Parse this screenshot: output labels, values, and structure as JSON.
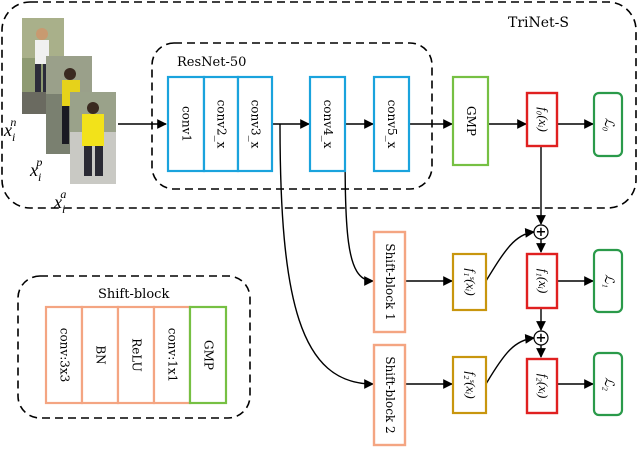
{
  "colors": {
    "blue": "#1aa3dd",
    "green": "#76c043",
    "red": "#e02020",
    "gold": "#c8960e",
    "orange": "#f4a582",
    "loss": "#2a9a4a"
  },
  "triplet": {
    "negative": "x",
    "negative_sub": "i",
    "negative_sup": "n",
    "positive": "x",
    "positive_sub": "i",
    "positive_sup": "p",
    "anchor": "x",
    "anchor_sub": "i",
    "anchor_sup": "a"
  },
  "trinet": {
    "title": "TriNet-S"
  },
  "resnet": {
    "title": "ResNet-50",
    "blocks": [
      "conv1",
      "conv2_x",
      "conv3_x",
      "conv4_x",
      "conv5_x"
    ]
  },
  "gmp_main": "GMP",
  "features": {
    "f0": "f₀(xᵢ)",
    "f1": "f₁(xᵢ)",
    "f2": "f₂(xᵢ)",
    "f1s": "f₁ˢ(xᵢ)",
    "f2s": "f₂ˢ(xᵢ)"
  },
  "losses": [
    "ℒ₀",
    "ℒ₁",
    "ℒ₂"
  ],
  "shift_blocks": [
    "Shift-block 1",
    "Shift-block 2"
  ],
  "shift_legend": {
    "title": "Shift-block",
    "layers": [
      "conv:3x3",
      "BN",
      "ReLU",
      "conv:1x1",
      "GMP"
    ]
  },
  "plus_symbol": "+"
}
